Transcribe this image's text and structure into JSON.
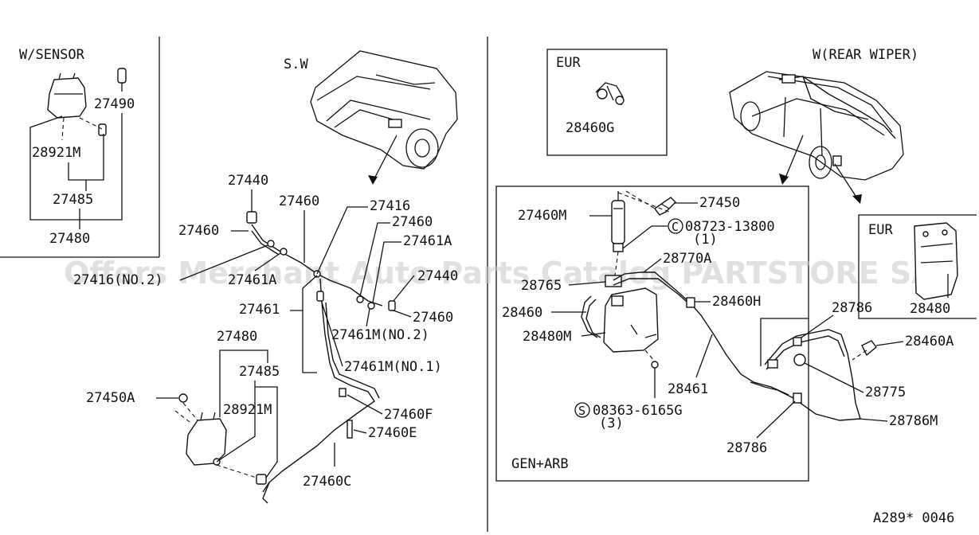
{
  "sections": {
    "w_sensor": "W/SENSOR",
    "sw": "S.W",
    "eur_top": "EUR",
    "rear_wiper": "W(REAR WIPER)",
    "eur_right": "EUR",
    "gen_arb": "GEN+ARB"
  },
  "labels": {
    "p27490": "27490",
    "p28921m_a": "28921M",
    "p27485_a": "27485",
    "p27480_a": "27480",
    "p27440_a": "27440",
    "p27460_a": "27460",
    "p27460_b": "27460",
    "p27416_a": "27416",
    "p27460_c": "27460",
    "p27461a_a": "27461A",
    "p27416_no2": "27416(NO.2)",
    "p27461a_b": "27461A",
    "p27440_b": "27440",
    "p27461": "27461",
    "p27460_d": "27460",
    "p27461m_no2": "27461M(NO.2)",
    "p27461m_no1": "27461M(NO.1)",
    "p27480_b": "27480",
    "p27485_b": "27485",
    "p27450a": "27450A",
    "p28921m_b": "28921M",
    "p27460f": "27460F",
    "p27460e": "27460E",
    "p27460c": "27460C",
    "p28460g": "28460G",
    "p27450": "27450",
    "p27460m": "27460M",
    "p08723_13800": "08723-13800",
    "qty1": "(1)",
    "p28770a": "28770A",
    "p28765": "28765",
    "p28460": "28460",
    "p28460h": "28460H",
    "p28480m": "28480M",
    "p28461": "28461",
    "p08363_6165g": "08363-6165G",
    "qty3": "(3)",
    "p28786_a": "28786",
    "p28460a": "28460A",
    "p28775": "28775",
    "p28786m": "28786M",
    "p28786_b": "28786",
    "p28480": "28480",
    "circ_c": "C",
    "circ_s": "S"
  },
  "watermark": "Offers Merchant Auto Parts Catalog PARTSTORE SA",
  "code": "A289* 0046"
}
